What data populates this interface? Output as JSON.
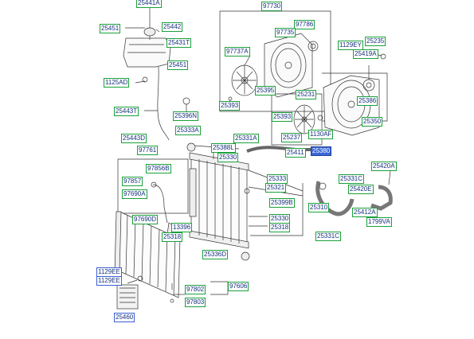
{
  "parts": [
    {
      "id": "p25441A",
      "text": "25441A"
    },
    {
      "id": "p25442",
      "text": "25442"
    },
    {
      "id": "p25451a",
      "text": "25451"
    },
    {
      "id": "p25431T",
      "text": "25431T"
    },
    {
      "id": "p25451b",
      "text": "25451"
    },
    {
      "id": "p1125AD",
      "text": "1125AD"
    },
    {
      "id": "p25443T",
      "text": "25443T"
    },
    {
      "id": "p25396N",
      "text": "25396N"
    },
    {
      "id": "p25333A",
      "text": "25333A"
    },
    {
      "id": "p25443D",
      "text": "25443D"
    },
    {
      "id": "p97761",
      "text": "97761"
    },
    {
      "id": "p25388L",
      "text": "25388L"
    },
    {
      "id": "p25331A",
      "text": "25331A"
    },
    {
      "id": "p25330a",
      "text": "25330"
    },
    {
      "id": "p25411",
      "text": "25411"
    },
    {
      "id": "p25380",
      "text": "25380"
    },
    {
      "id": "p97730",
      "text": "97730"
    },
    {
      "id": "p97786",
      "text": "97786"
    },
    {
      "id": "p97735",
      "text": "97735"
    },
    {
      "id": "p97737A",
      "text": "97737A"
    },
    {
      "id": "p25395",
      "text": "25395"
    },
    {
      "id": "p25393a",
      "text": "25393"
    },
    {
      "id": "p1129EY",
      "text": "1129EY"
    },
    {
      "id": "p25235",
      "text": "25235"
    },
    {
      "id": "p25419A",
      "text": "25419A"
    },
    {
      "id": "p25231",
      "text": "25231"
    },
    {
      "id": "p25386",
      "text": "25386"
    },
    {
      "id": "p25393b",
      "text": "25393"
    },
    {
      "id": "p25350",
      "text": "25350"
    },
    {
      "id": "p25237",
      "text": "25237"
    },
    {
      "id": "p1130AF",
      "text": "1130AF"
    },
    {
      "id": "p97856B",
      "text": "97856B"
    },
    {
      "id": "p97857",
      "text": "97857"
    },
    {
      "id": "p97690A",
      "text": "97690A"
    },
    {
      "id": "p97690D",
      "text": "97690D"
    },
    {
      "id": "p13396",
      "text": "13396"
    },
    {
      "id": "p25318a",
      "text": "25318"
    },
    {
      "id": "p25333",
      "text": "25333"
    },
    {
      "id": "p25321",
      "text": "25321"
    },
    {
      "id": "p25399B",
      "text": "25399B"
    },
    {
      "id": "p25330b",
      "text": "25330"
    },
    {
      "id": "p25318b",
      "text": "25318"
    },
    {
      "id": "p25331C",
      "text": "25331C"
    },
    {
      "id": "p25420E",
      "text": "25420E"
    },
    {
      "id": "p25420A",
      "text": "25420A"
    },
    {
      "id": "p25310",
      "text": "25310"
    },
    {
      "id": "p25412A",
      "text": "25412A"
    },
    {
      "id": "p1799VA",
      "text": "1799VA"
    },
    {
      "id": "p25331Cb",
      "text": "25331C"
    },
    {
      "id": "p25336D",
      "text": "25336D"
    },
    {
      "id": "p1129EEa",
      "text": "1129EE"
    },
    {
      "id": "p1129EEb",
      "text": "1129EE"
    },
    {
      "id": "p97802",
      "text": "97802"
    },
    {
      "id": "p97606",
      "text": "97606"
    },
    {
      "id": "p97803",
      "text": "97803"
    },
    {
      "id": "p25460",
      "text": "25460"
    }
  ],
  "colors": {
    "label_border": "#19a13a",
    "label_border_alt": "#3a5fd6",
    "label_text": "#14307a",
    "highlight_bg": "#3a66d8",
    "line": "#333333"
  }
}
